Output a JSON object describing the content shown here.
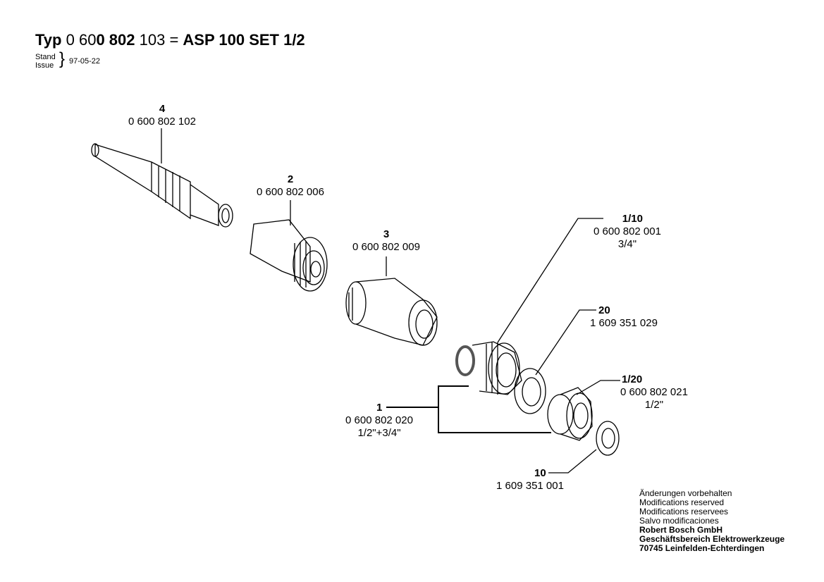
{
  "header": {
    "typ_label": "Typ",
    "number_part1": "0 60",
    "number_part2": "0 802",
    "number_part3": "103 =",
    "model": "ASP 100 SET 1/2",
    "stand_label": "Stand",
    "issue_label": "Issue",
    "date": "97-05-22"
  },
  "parts": [
    {
      "pos": "4",
      "number": "0 600 802 102",
      "note": ""
    },
    {
      "pos": "2",
      "number": "0 600 802 006",
      "note": ""
    },
    {
      "pos": "3",
      "number": "0 600 802 009",
      "note": ""
    },
    {
      "pos": "1/10",
      "number": "0 600 802 001",
      "note": "3/4\""
    },
    {
      "pos": "20",
      "number": "1 609 351 029",
      "note": ""
    },
    {
      "pos": "1/20",
      "number": "0 600 802 021",
      "note": "1/2\""
    },
    {
      "pos": "1",
      "number": "0 600 802 020",
      "note": "1/2\"+3/4\""
    },
    {
      "pos": "10",
      "number": "1 609 351 001",
      "note": ""
    }
  ],
  "footer": {
    "lines": [
      "Änderungen vorbehalten",
      "Modifications reserved",
      "Modifications reservees",
      "Salvo modificaciones"
    ],
    "company": "Robert Bosch GmbH",
    "division": "Geschäftsbereich Elektrowerkzeuge",
    "address": "70745 Leinfelden-Echterdingen"
  }
}
